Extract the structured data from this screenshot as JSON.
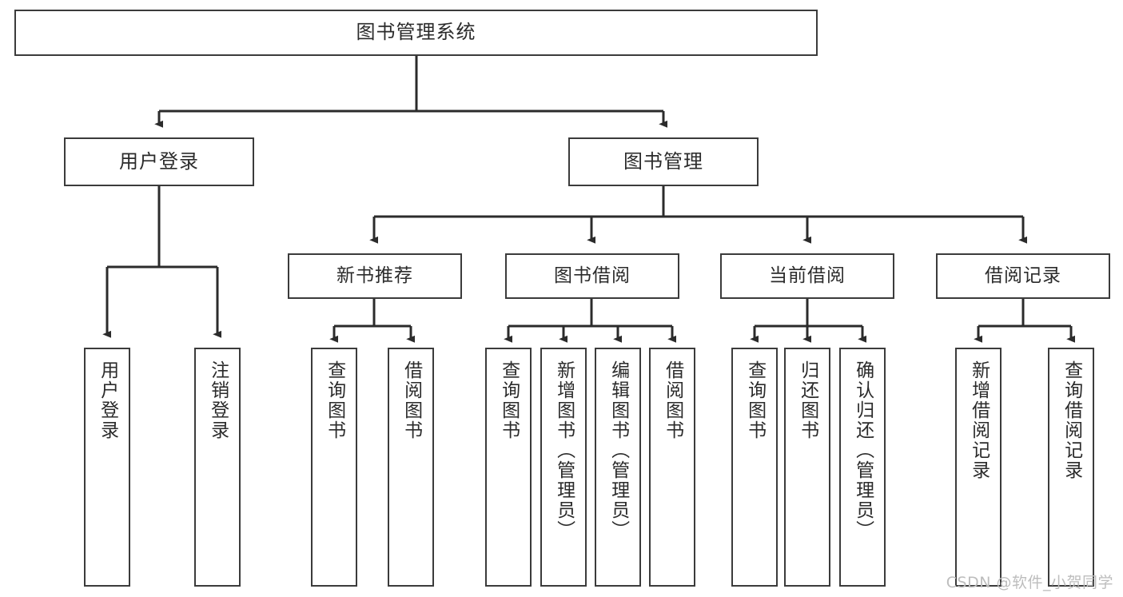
{
  "diagram": {
    "title": "图书管理系统",
    "type": "tree-hierarchy",
    "watermark": "CSDN @软件_小贺同学",
    "colors": {
      "border": "#3b3b3b",
      "text": "#2b2b2b",
      "background": "#ffffff",
      "edge": "#2b2b2b",
      "watermark": "#bdbdbd"
    },
    "root": {
      "label": "图书管理系统"
    },
    "level1": [
      {
        "label": "用户登录"
      },
      {
        "label": "图书管理"
      }
    ],
    "level2": [
      {
        "label": "新书推荐"
      },
      {
        "label": "图书借阅"
      },
      {
        "label": "当前借阅"
      },
      {
        "label": "借阅记录"
      }
    ],
    "leaves": {
      "user_login": [
        {
          "label": "用户登录"
        },
        {
          "label": "注销登录"
        }
      ],
      "new_book_recommend": [
        {
          "label": "查询图书"
        },
        {
          "label": "借阅图书"
        }
      ],
      "book_borrow": [
        {
          "label": "查询图书"
        },
        {
          "label": "新增图书（管理员）"
        },
        {
          "label": "编辑图书（管理员）"
        },
        {
          "label": "借阅图书"
        }
      ],
      "current_borrow": [
        {
          "label": "查询图书"
        },
        {
          "label": "归还图书"
        },
        {
          "label": "确认归还（管理员）"
        }
      ],
      "borrow_record": [
        {
          "label": "新增借阅记录"
        },
        {
          "label": "查询借阅记录"
        }
      ]
    }
  }
}
